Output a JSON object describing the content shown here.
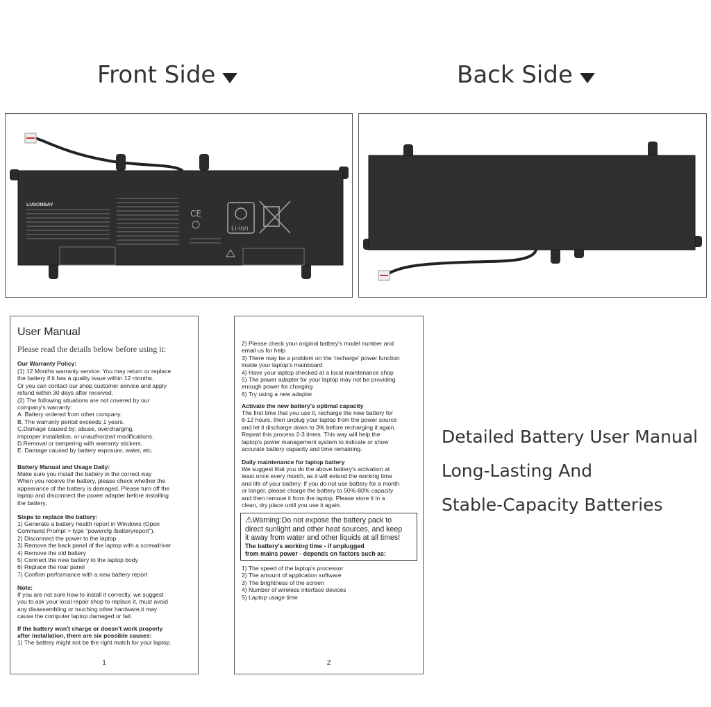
{
  "headings": {
    "front": "Front  Side",
    "back": "Back Side"
  },
  "front_label": {
    "brand": "LUSONBAY",
    "li_ion": "Li-ion"
  },
  "manual": {
    "title": "User Manual",
    "subtitle": "Please read the details below before using it:",
    "page1": {
      "warranty_title": "Our Warranty Policy:",
      "warranty_text": "(1) 12 Months warranty service: You may return or replace\nthe battery if it has a quality issue within 12 months.\nOr you can contact our shop customer service and apply\nrefund within 30 days after received.\n(2) The following situations are not covered by our\ncompany's warranty:\nA. Battery ordered from other company.\nB. The warranty period exceeds 1 years.\nC.Damage caused by: abuse, overcharging,\nimproper installation, or unauthorized modifications.\nD.Removal or tampering with warranty stickers.\nE. Damage caused by battery exposure, water, etc.",
      "usage_title": "Battery Manual and Usage Daily:",
      "usage_text": "Make sure you install the battery in the correct way\nWhen you receive the battery, please check whether the\nappearance of the battery is damaged. Please turn off the\nlaptop and disconnect the power adapter before installing\nthe battery.",
      "steps_title": "Steps to replace the battery:",
      "steps_text": "1) Generate a battery health report in Windows (Open\nCommand Prompt > type \"powercfg /batteryreport\").\n2) Disconnect the power to the laptop\n3) Remove the back panel of the laptop with a screwdriver\n4) Remove the old battery\n5) Connect the new battery to the laptop body\n6) Replace the rear panel\n7) Confirm performance with a new battery report",
      "note_title": "Note:",
      "note_text": "If you are not sure how to install it correctly, we suggest\nyou to ask your local repair shop to replace it, must avoid\n any disassembling or touching other hardware,it may\ncause the computer laptop damaged or fail.",
      "charge_title": "If the battery won't charge or doesn't work properly\nafter installation, there are six possible causes:",
      "charge_text": "1) The battery might not be the right match for your laptop",
      "page_number": "1"
    },
    "page2": {
      "causes_text": "2) Please check your original battery's model number and\nemail us for help\n3) There may be a problem on the 'recharge' power function\ninside your laptop's mainboard\n4) Have your laptop checked at a local maintenance shop\n5) The power adapter for your laptop may not be providing\nenough power for charging\n6) Try using a new adapter",
      "activate_title": "Activate the new battery's optimal capacity",
      "activate_text": "The first time that you use it, recharge the new battery for\n6-12 hours, then unplug your laptop from the power source\nand let it discharge down to 3% before recharging it again.\nRepeat this process 2-3 times. This way will help the\nlaptop's power management system to indicate or show\naccurate battery capacity and time remaining.",
      "daily_title": "Daily maintenance for laptop battery",
      "daily_text": "We suggest that you do the above battery's activation at\nleast once every month, as it will extend the working time\nand life of your battery. If you do not use battery for a month\nor longer, please charge the battery to 50%-80% capacity\nand then remove it from the laptop. Please store it in a\nclean, dry place until you use it again.",
      "warning_text": "Warning:Do not expose the battery pack to\ndirect sunlight and other heat sources, and keep\nit away from water and other liquids at all times!",
      "warning_bold": "The battery's working time - if unplugged\nfrom mains power - depends on factors such as:",
      "factors_text": "1) The speed of the laptop's processor\n2) The amount of application software\n3) The brightness of the screen\n4) Number of wireless interface devices\n5) Laptop usage time",
      "page_number": "2"
    }
  },
  "features": [
    "Detailed Battery User Manual",
    "Long-Lasting And",
    "Stable-Capacity Batteries"
  ]
}
